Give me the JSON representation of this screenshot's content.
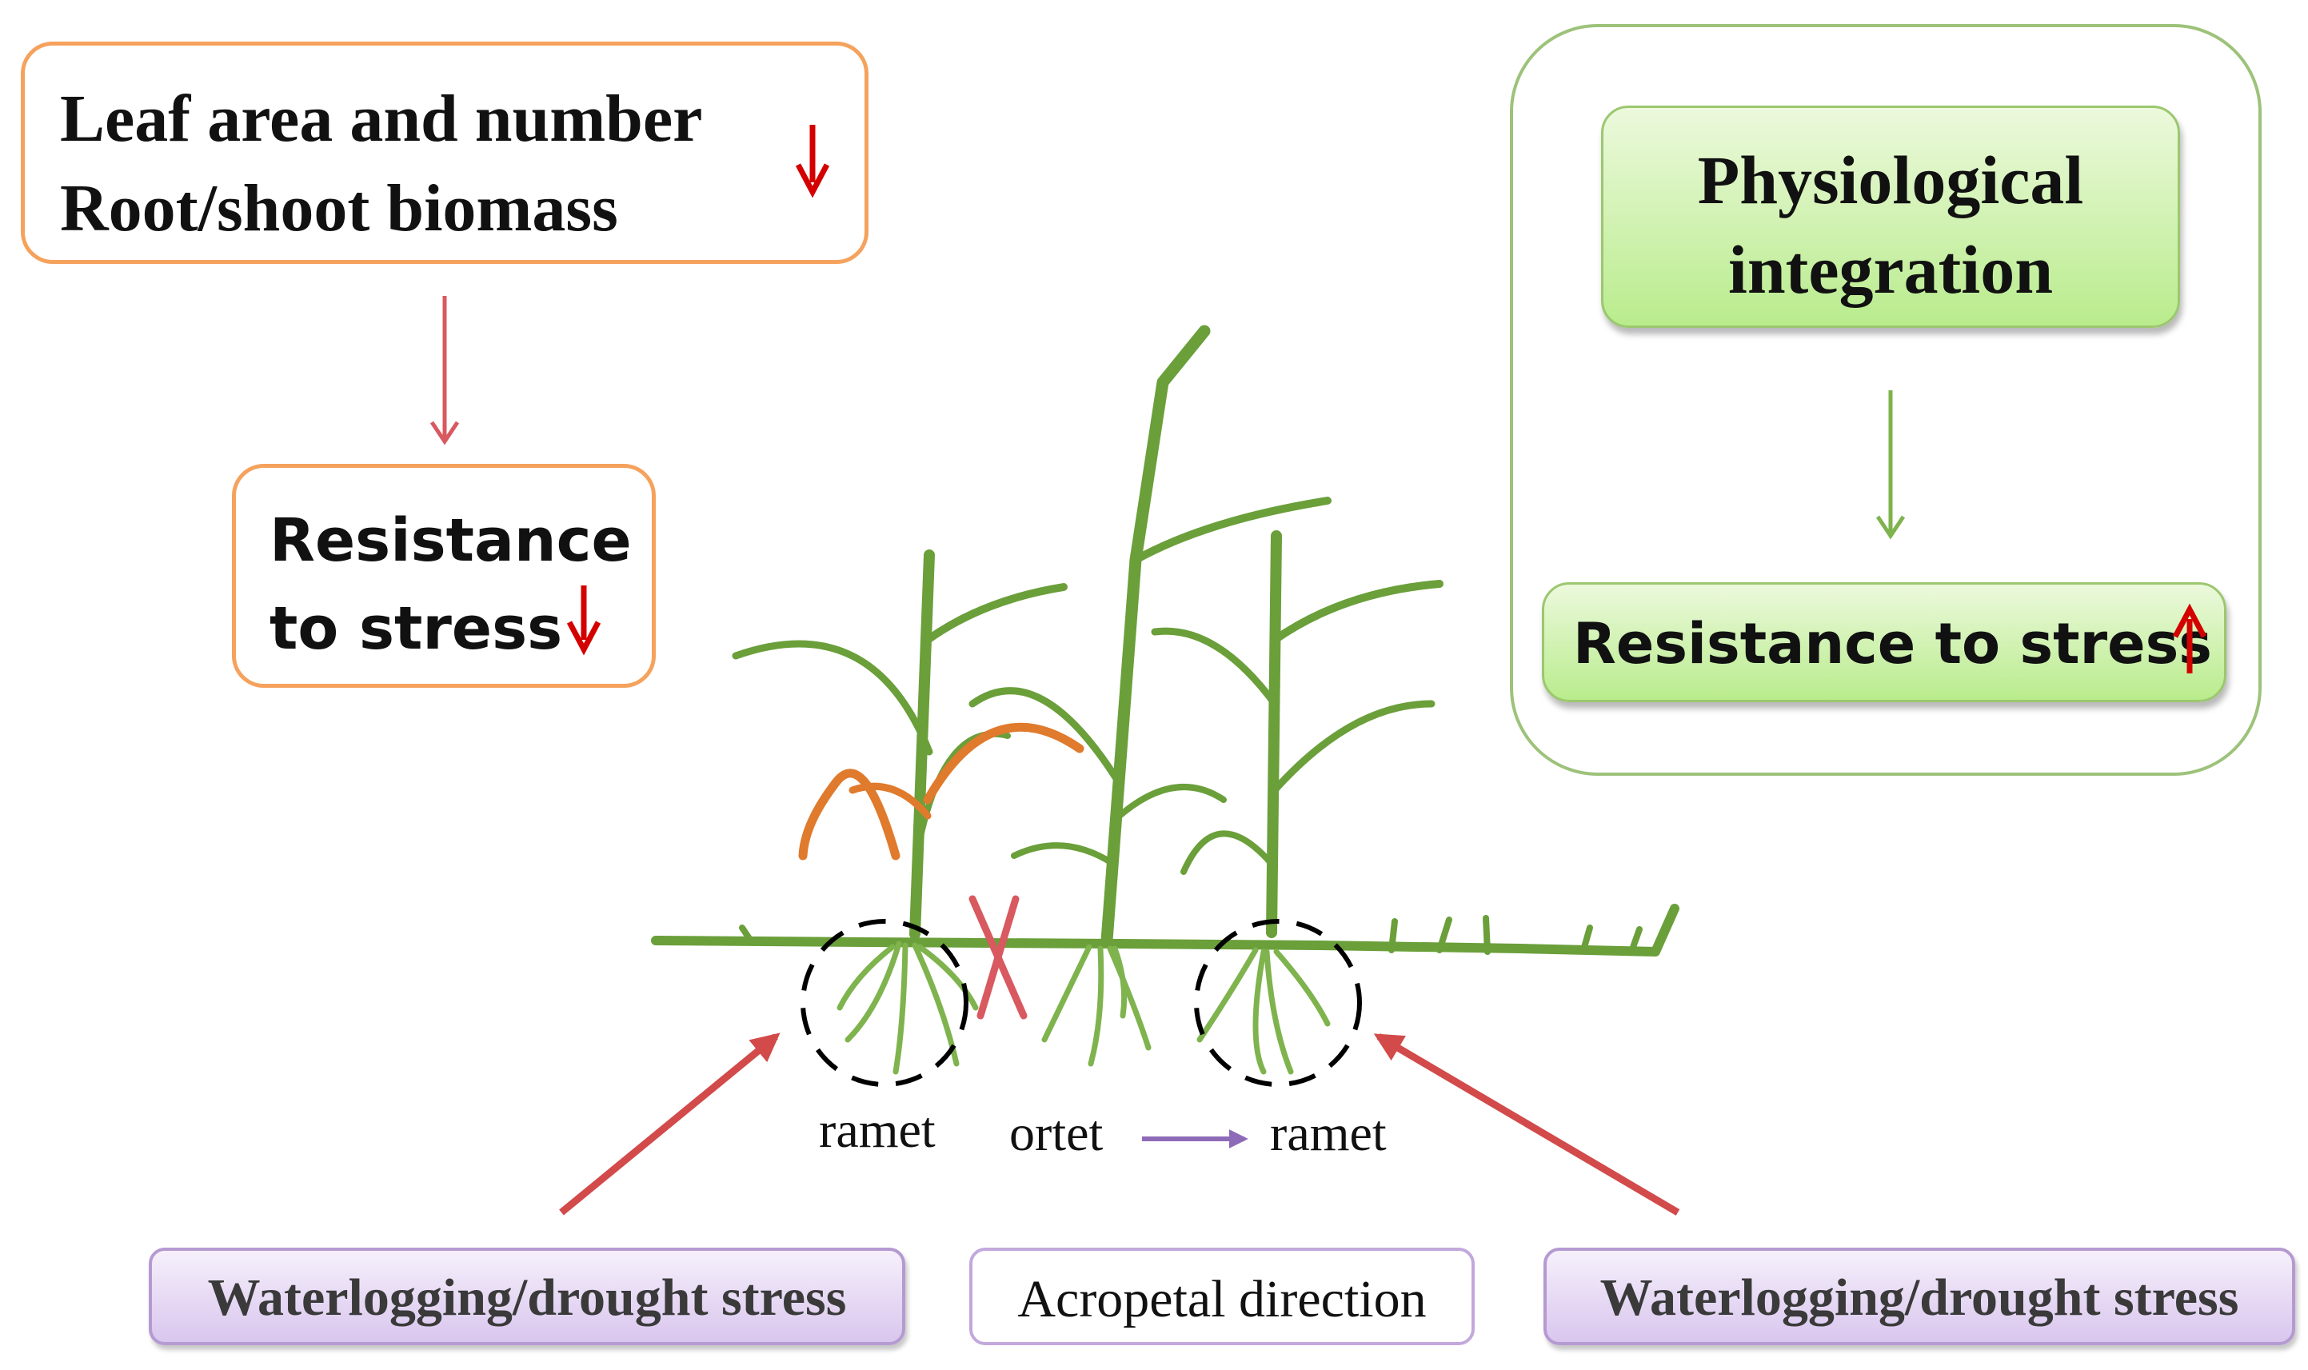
{
  "top_left_box": {
    "line1": "Leaf  area and number",
    "line2": "Root/shoot biomass"
  },
  "left_resistance_box": {
    "line1": "Resistance",
    "line2": "to stress"
  },
  "right_panel": {
    "physio_line1": "Physiological",
    "physio_line2": "integration",
    "resistance_label": "Resistance to stress"
  },
  "plant_labels": {
    "ramet_left": "ramet",
    "ortet": "ortet",
    "ramet_right": "ramet"
  },
  "bottom_boxes": {
    "stress_left": "Waterlogging/drought stress",
    "direction": "Acropetal  direction",
    "stress_right": "Waterlogging/drought stress"
  },
  "colors": {
    "plant_green": "#6a9f3a",
    "wilted_orange": "#e07a2c",
    "arrow_red": "#d24a4a",
    "decrease_red": "#d40000",
    "box_orange": "#f5a25d",
    "box_green": "#9cc76f",
    "box_purple": "#b59ad2",
    "direction_purple": "#8e6bb8"
  },
  "icons": {
    "decrease": "down-arrow-icon",
    "increase": "up-arrow-icon",
    "severed_link": "x-cross-icon"
  }
}
